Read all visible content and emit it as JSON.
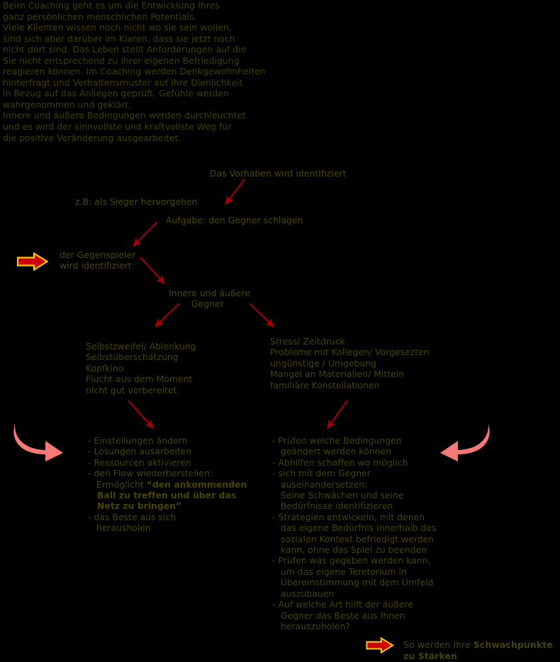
{
  "page": {
    "background_color": "#000000",
    "text_color": "#403f00",
    "accent_red": "#a60000",
    "block_arrow_fill": "#cc0000",
    "block_arrow_stroke": "#ffcc00",
    "curved_arrow_fill": "#f87878"
  },
  "intro": {
    "text": "Beim Coaching geht es um die Entwicklung Ihres\nganz persönlichen menschlichen Potentials.\nViele Klienten wissen noch nicht wo sie sein wollen,\nsind sich aber darüber im Klaren, dass sie jetzt noch\nnicht dort sind. Das Leben stellt Anforderungen auf die\nSie nicht entsprechend zu Ihrer eigenen Befriedigung\nreagieren können. Im Coaching werden Denkgewohnheiten\nhinterfragt und Verhaltensmuster auf Ihre Dienlichkeit\nin Bezug auf das Anliegen geprüft. Gefühle werden\nwahrgenommen und geklärt.\nInnere und äußere Bedingungen werden durchleuchtet\nund es wird der sinnvollste und kraftvollste Weg für\ndie positive Veränderung ausgearbeitet."
  },
  "diagram": {
    "node_vorhaben": "Das Vorhaben wird identifiziert",
    "node_beispiel": "z.B: als Sieger hervorgehen",
    "node_aufgabe": "Aufgabe: den Gegner schlagen",
    "node_gegenspieler": "der Gegenspieler\nwird identifiziert:",
    "node_gegner": "Innere und äußere\n        Gegner",
    "list_innere": "Selbstzweifel/ Ablenkung\nSelbstüberschätzung\nKopfkino\nFlucht aus dem Moment\nnicht gut vorbereitet",
    "list_aeussere": "Stress/ Zeitdruck\nProbleme mit Kollegen/ Vorgesezten\nungünstige / Umgebung\nMangel an Materialien/ Mitteln\nfamiliäre Konstellationen",
    "actions_left_part1": "- Einstellungen ändern\n- Lösungen ausarbeiten\n- Ressourcen aktivieren\n- den Flow wiederherstellen:\n   Ermöglicht ",
    "actions_left_quote": "“den ankommenden\n   Ball zu treffen und über das\n   Netz zu bringen”",
    "actions_left_part2": "\n- das Beste aus sich\n   herausholen",
    "actions_right": "- Prüfen welche Bedingungen\n   geändert werden können\n- Abhilfen schaffen wo möglich\n- sich mit dem Gegner\n   auseinandersetzen:\n   Seine Schwächen und seine\n   Bedürfnisse identifizieren\n- Strategien entwickeln, mit denen\n   das eigene Bedürfnis innerhalb des\n   sozialen Kontext befriedigt werden\n   kann, ohne das Spiel zu beenden\n- Prüfen was gegeben werden kann,\n   um das eigene Teretorium in\n   Übereinstimmung mit dem Umfeld\n   auszubauen\n- Auf welche Art hilft der äußere\n   Gegner das Beste aus Ihnen\n   herauszuholen?"
  },
  "footer": {
    "prefix": "So werden Ihre ",
    "emphasis": "Schwachpunkte\nzu Stärken"
  },
  "icons": {
    "block_arrow_left": "right-block-arrow-icon",
    "block_arrow_footer": "right-block-arrow-icon",
    "curved_arrow_left": "curved-arrow-right-icon",
    "curved_arrow_right": "curved-arrow-left-icon"
  }
}
